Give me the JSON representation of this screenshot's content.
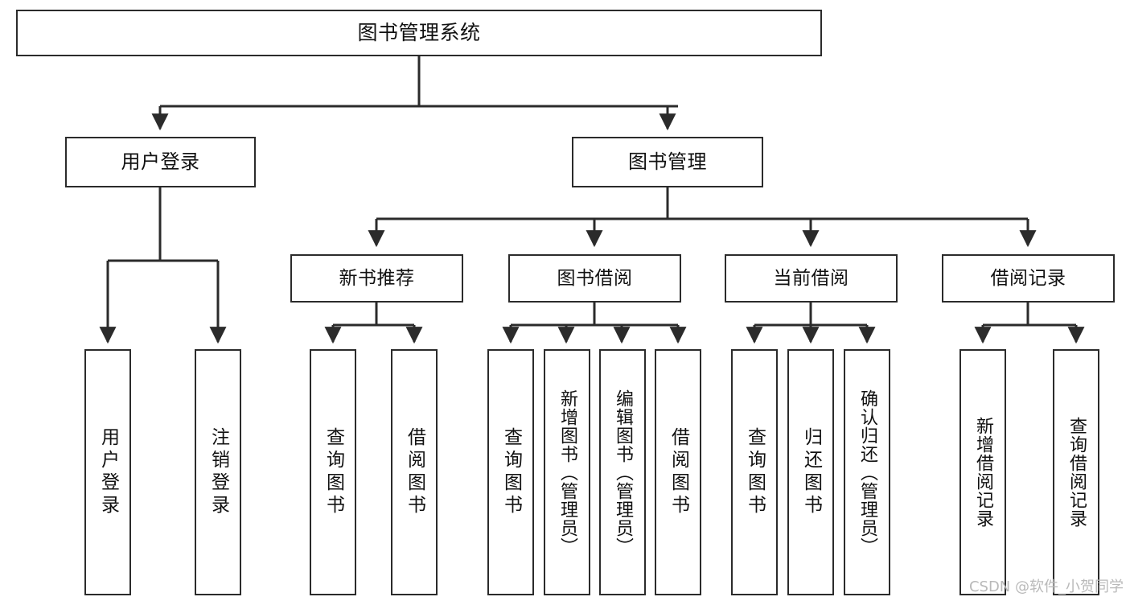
{
  "diagram": {
    "type": "tree-hierarchy",
    "title": "图书管理系统",
    "orientation": "top-down",
    "colors": {
      "node_border": "#2b2b2b",
      "node_fill": "#ffffff",
      "edge": "#2b2b2b",
      "text": "#111111",
      "watermark": "#b9b9b9",
      "background": "#ffffff"
    },
    "root": {
      "id": "root",
      "label": "图书管理系统"
    },
    "level2": [
      {
        "id": "user-login",
        "label": "用户登录"
      },
      {
        "id": "book-manage",
        "label": "图书管理"
      }
    ],
    "level3": [
      {
        "id": "new-book-recommend",
        "label": "新书推荐",
        "parent": "book-manage"
      },
      {
        "id": "book-borrow",
        "label": "图书借阅",
        "parent": "book-manage"
      },
      {
        "id": "current-borrow",
        "label": "当前借阅",
        "parent": "book-manage"
      },
      {
        "id": "borrow-record",
        "label": "借阅记录",
        "parent": "book-manage"
      }
    ],
    "leaves": [
      {
        "id": "leaf-user-login",
        "label": "用户登录",
        "parent": "user-login"
      },
      {
        "id": "leaf-logout-login",
        "label": "注销登录",
        "parent": "user-login"
      },
      {
        "id": "leaf-query-book-1",
        "label": "查询图书",
        "parent": "new-book-recommend"
      },
      {
        "id": "leaf-borrow-book-1",
        "label": "借阅图书",
        "parent": "new-book-recommend"
      },
      {
        "id": "leaf-query-book-2",
        "label": "查询图书",
        "parent": "book-borrow"
      },
      {
        "id": "leaf-add-book",
        "label": "新增图书（管理员）",
        "parent": "book-borrow"
      },
      {
        "id": "leaf-edit-book",
        "label": "编辑图书（管理员）",
        "parent": "book-borrow"
      },
      {
        "id": "leaf-borrow-book-2",
        "label": "借阅图书",
        "parent": "book-borrow"
      },
      {
        "id": "leaf-query-book-3",
        "label": "查询图书",
        "parent": "current-borrow"
      },
      {
        "id": "leaf-return-book",
        "label": "归还图书",
        "parent": "current-borrow"
      },
      {
        "id": "leaf-confirm-return",
        "label": "确认归还（管理员）",
        "parent": "current-borrow"
      },
      {
        "id": "leaf-add-record",
        "label": "新增借阅记录",
        "parent": "borrow-record"
      },
      {
        "id": "leaf-query-record",
        "label": "查询借阅记录",
        "parent": "borrow-record"
      }
    ]
  },
  "watermark": {
    "text": "CSDN @软件_小贺同学"
  }
}
